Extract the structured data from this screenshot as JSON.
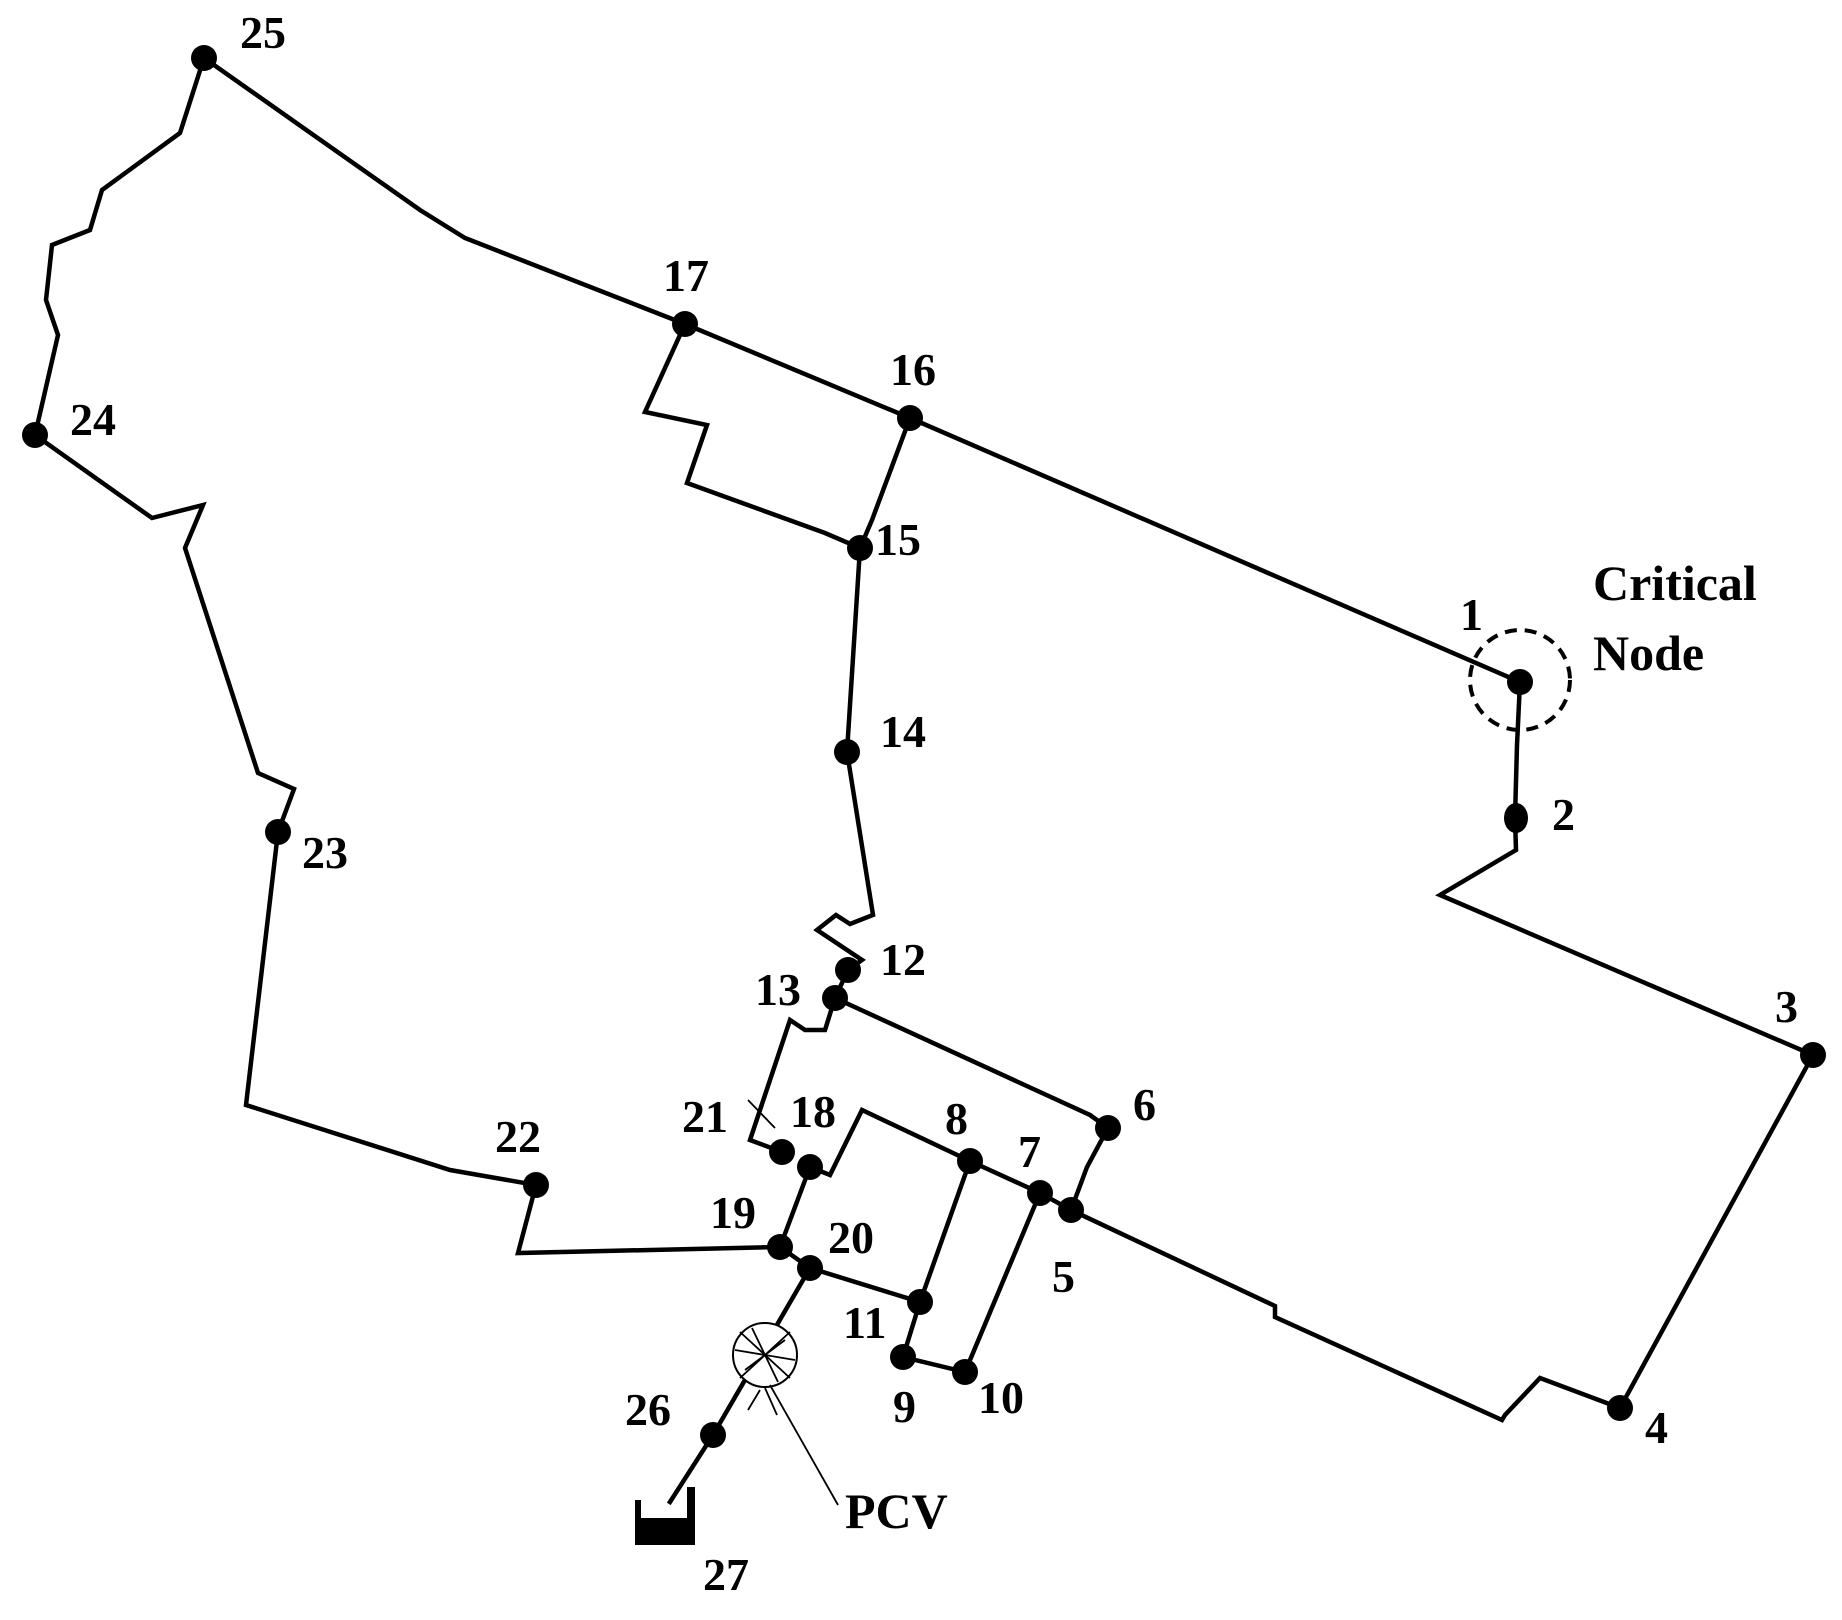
{
  "diagram": {
    "node_labels": {
      "n1": "1",
      "n2": "2",
      "n3": "3",
      "n4": "4",
      "n5": "5",
      "n6": "6",
      "n7": "7",
      "n8": "8",
      "n9": "9",
      "n10": "10",
      "n11": "11",
      "n12": "12",
      "n13": "13",
      "n14": "14",
      "n15": "15",
      "n16": "16",
      "n17": "17",
      "n18": "18",
      "n19": "19",
      "n20": "20",
      "n21": "21",
      "n22": "22",
      "n23": "23",
      "n24": "24",
      "n25": "25",
      "n26": "26",
      "n27": "27"
    },
    "critical_node": {
      "line1": "Critical",
      "line2": "Node"
    },
    "valve_label": "PCV",
    "colors": {
      "ink": "#000000",
      "background": "#ffffff"
    }
  }
}
